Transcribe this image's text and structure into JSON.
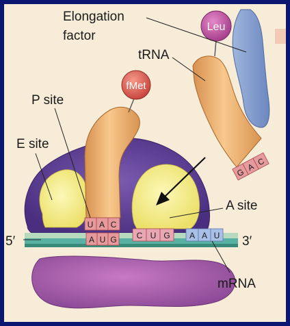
{
  "labels": {
    "elongation_factor_line1": "Elongation",
    "elongation_factor_line2": "factor",
    "trna": "tRNA",
    "p_site": "P site",
    "e_site": "E site",
    "a_site": "A site",
    "mrna": "mRNA",
    "five_prime": "5′",
    "three_prime": "3′"
  },
  "amino_acids": {
    "incoming": "Leu",
    "p_site": "fMet"
  },
  "anticodons": {
    "p_site": [
      "U",
      "A",
      "C"
    ],
    "incoming": [
      "G",
      "A",
      "C"
    ]
  },
  "mrna_codons": [
    "A",
    "U",
    "G",
    "C",
    "U",
    "G",
    "A",
    "A",
    "U"
  ],
  "colors": {
    "background": "#0a1670",
    "panel": "#f7ecd8",
    "ribosome_large": "#5b3d8f",
    "ribosome_small": "#a65aa8",
    "site_pocket": "#f6ee8a",
    "trna_body": "#f0b474",
    "amino_acid": "#e06c62",
    "elongation_factor": "#8aa4d2",
    "codon_box": "#e79a9c",
    "mrna_strand": "#59b1a3",
    "codon_blue": "#a9c0e6"
  }
}
